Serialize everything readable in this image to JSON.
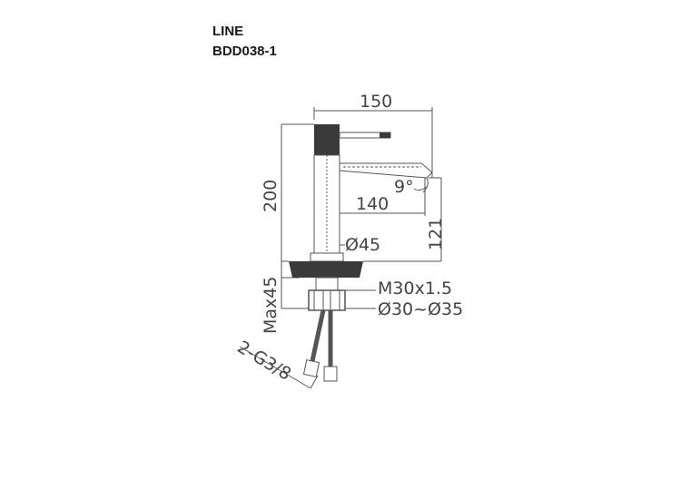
{
  "header": {
    "series": "LINE",
    "model": "BDD038-1"
  },
  "dimensions": {
    "width_total": "150",
    "height_total": "200",
    "spout_reach": "140",
    "spout_angle": "9°",
    "spout_height": "121",
    "body_diameter": "Ø45",
    "max_deck_thickness": "Max45",
    "thread": "M30x1.5",
    "hole_diameter": "Ø30~Ø35",
    "inlet_hoses": "2-G3/8"
  },
  "colors": {
    "line": "#555555",
    "handle": "#3a3a3a",
    "text": "#444444"
  }
}
